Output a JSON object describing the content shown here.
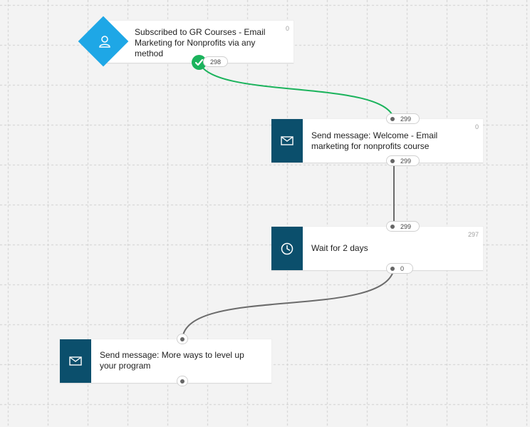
{
  "trigger": {
    "title": "Subscribed to GR Courses - Email Marketing for Nonprofits via any method",
    "count": "0",
    "out_count": "298",
    "icon": "contact-icon",
    "color": "#1ea7e6"
  },
  "welcome": {
    "title": "Send message: Welcome - Email marketing for nonprofits course",
    "count": "0",
    "in_count": "299",
    "out_count": "299",
    "icon": "envelope-icon"
  },
  "wait": {
    "title": "Wait for 2 days",
    "count": "297",
    "in_count": "299",
    "out_count": "0",
    "icon": "clock-icon"
  },
  "more": {
    "title": "Send message: More ways to level up your program",
    "icon": "envelope-icon"
  },
  "colors": {
    "action_icon_bg": "#0b4f6c",
    "success_wire": "#1bb35c",
    "wire": "#6b6b6b",
    "check": "#1bb35c"
  }
}
